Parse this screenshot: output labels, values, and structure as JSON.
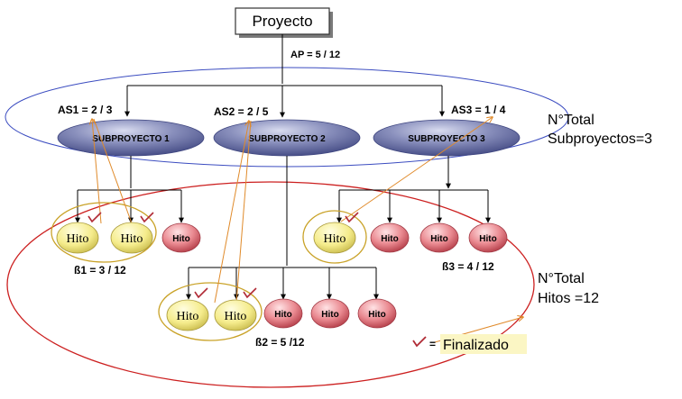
{
  "project": {
    "label": "Proyecto",
    "ap_label": "AP = 5 / 12"
  },
  "subprojects": [
    {
      "label": "SUBPROYECTO 1",
      "as_label": "AS1 = 2 / 3"
    },
    {
      "label": "SUBPROYECTO 2",
      "as_label": "AS2 = 2 / 5"
    },
    {
      "label": "SUBPROYECTO 3",
      "as_label": "AS3 = 1 / 4"
    }
  ],
  "milestones": {
    "group1": {
      "beta_label": "ß1 = 3 / 12",
      "items": [
        {
          "label": "Hito",
          "finished": true
        },
        {
          "label": "Hito",
          "finished": true
        },
        {
          "label": "Hito",
          "finished": false
        }
      ]
    },
    "group2": {
      "beta_label": "ß2 = 5 /12",
      "items": [
        {
          "label": "Hito",
          "finished": true
        },
        {
          "label": "Hito",
          "finished": true
        },
        {
          "label": "Hito",
          "finished": false
        },
        {
          "label": "Hito",
          "finished": false
        },
        {
          "label": "Hito",
          "finished": false
        }
      ]
    },
    "group3": {
      "beta_label": "ß3 = 4 / 12",
      "items": [
        {
          "label": "Hito",
          "finished": true
        },
        {
          "label": "Hito",
          "finished": false
        },
        {
          "label": "Hito",
          "finished": false
        },
        {
          "label": "Hito",
          "finished": false
        }
      ]
    }
  },
  "totals": {
    "subprojects_line1": "N°Total",
    "subprojects_line2": "Subproyectos=3",
    "milestones_line1": "N°Total",
    "milestones_line2": "Hitos =12"
  },
  "legend": {
    "equals": "=",
    "label": "Finalizado"
  },
  "colors": {
    "subproject_fill": "#7f86b3",
    "milestone_finished": "#f7f09a",
    "milestone_pending": "#e2757e",
    "check": "#b02a35",
    "blue_ellipse": "#3b4cc0",
    "red_ellipse": "#cc1f1f",
    "orange_line": "#e08a2a",
    "gold_ellipse": "#c9a227"
  }
}
